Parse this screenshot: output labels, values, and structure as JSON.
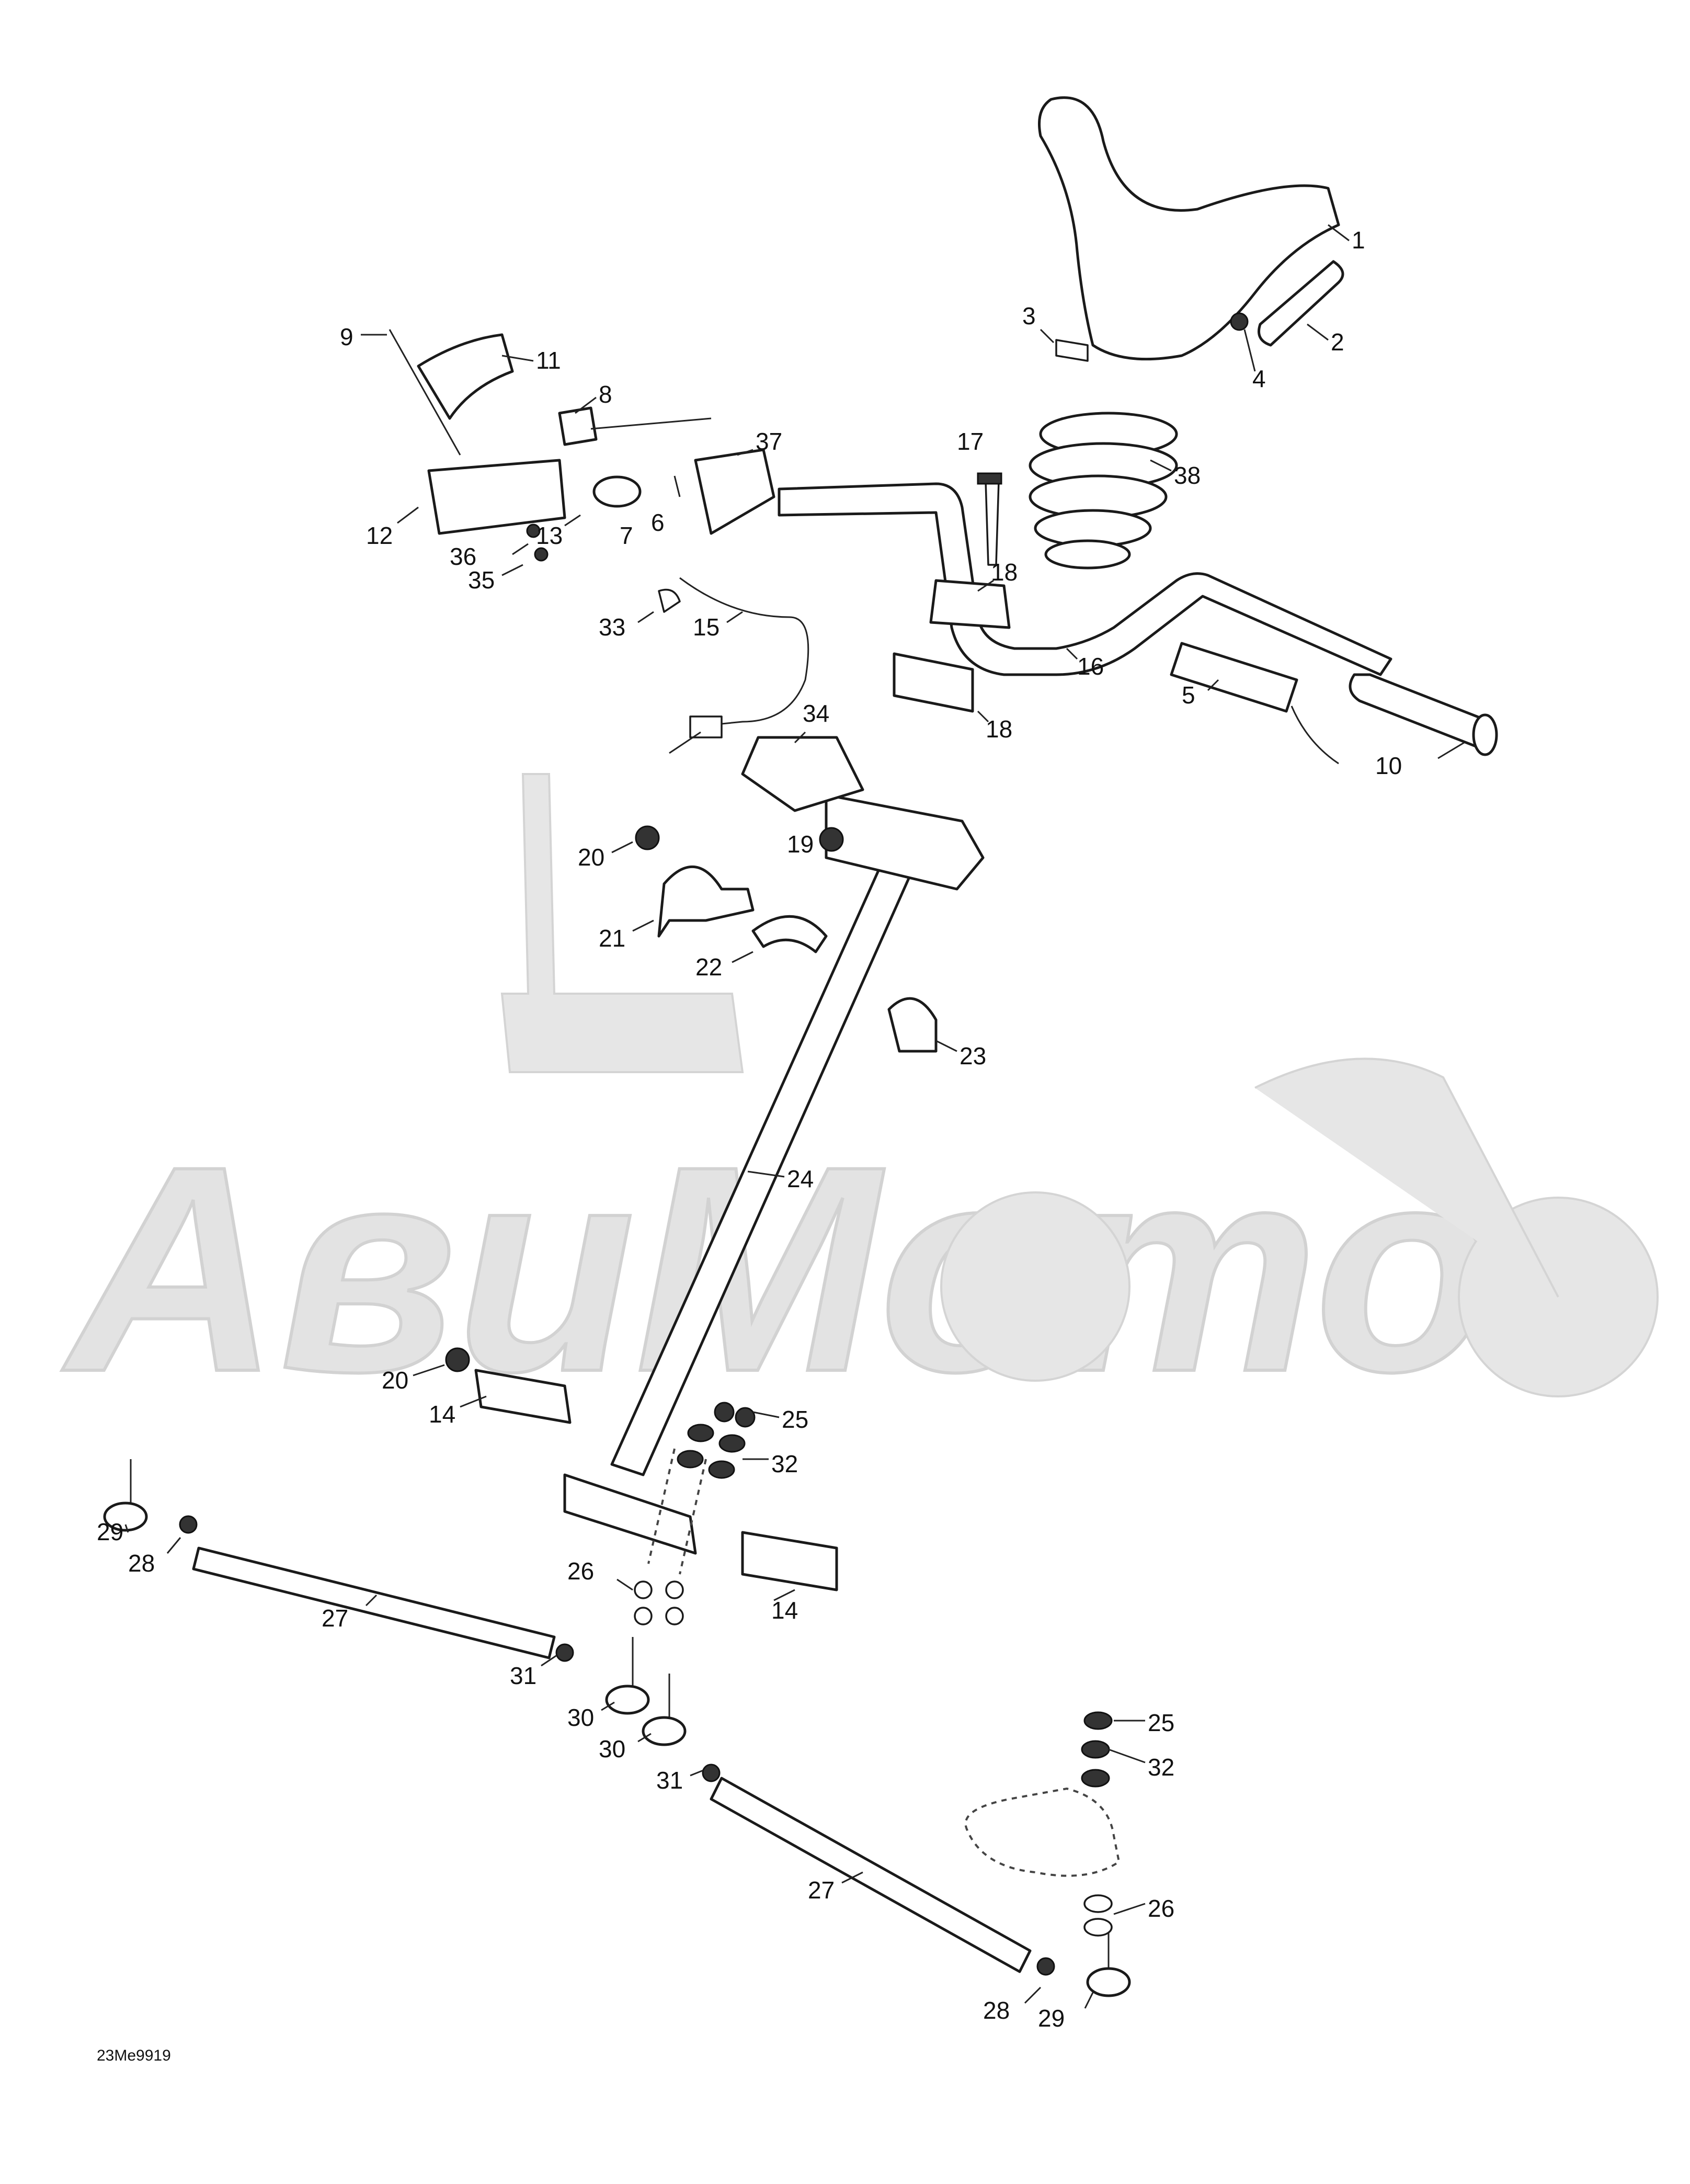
{
  "diagram_code": "23Me9919",
  "watermark_text": "АвиМото",
  "colors": {
    "line": "#1a1a1a",
    "watermark": "#e6e6e6",
    "background": "#ffffff"
  },
  "callouts": [
    "1",
    "2",
    "3",
    "4",
    "5",
    "6",
    "7",
    "8",
    "9",
    "10",
    "11",
    "12",
    "13",
    "14",
    "15",
    "16",
    "17",
    "18",
    "19",
    "20",
    "21",
    "22",
    "23",
    "24",
    "25",
    "26",
    "27",
    "28",
    "29",
    "30",
    "31",
    "32",
    "33",
    "34",
    "35",
    "36",
    "37",
    "38"
  ]
}
